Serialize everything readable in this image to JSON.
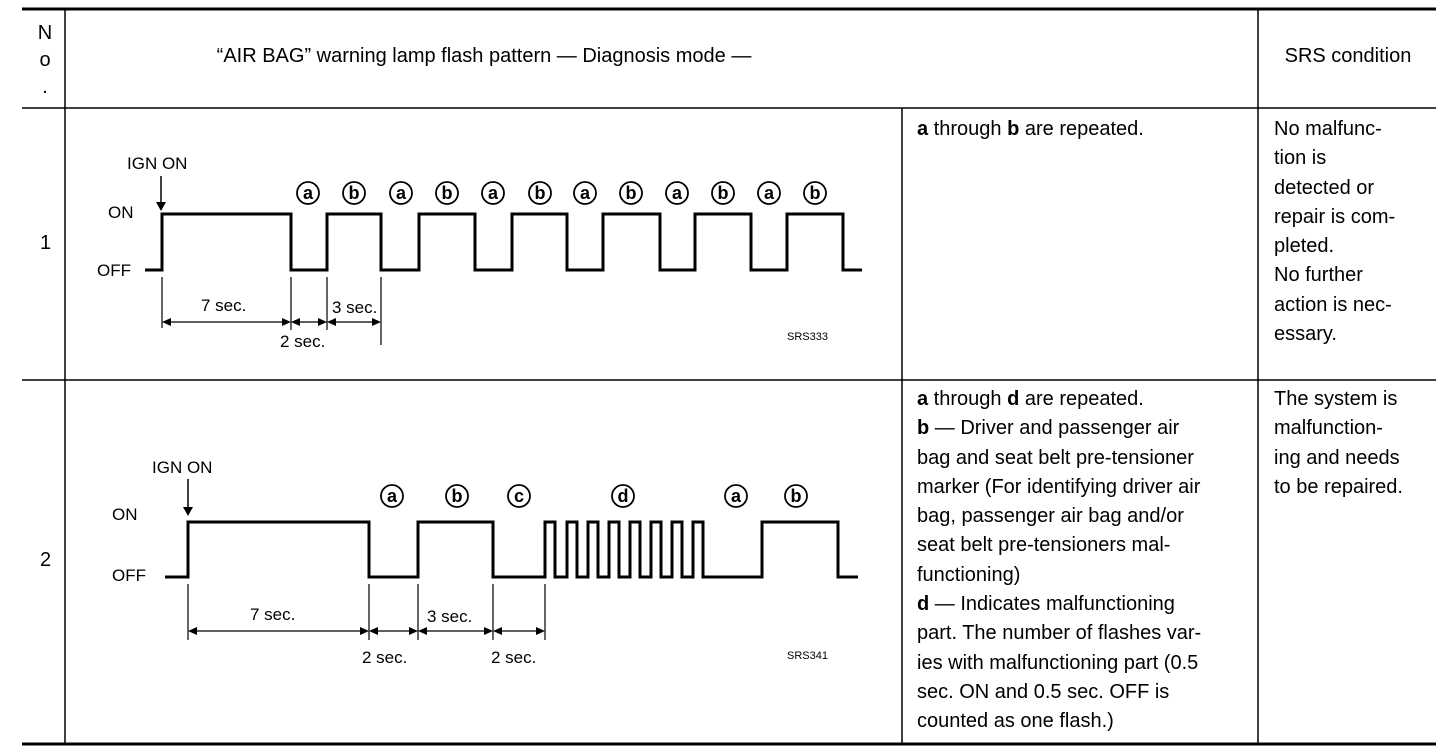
{
  "header": {
    "no_chars": [
      "N",
      "o",
      "."
    ],
    "pattern": "“AIR BAG” warning lamp flash pattern — Diagnosis mode —",
    "condition": "SRS condition"
  },
  "rows": [
    {
      "no": "1",
      "diagram": {
        "ign_on": "IGN ON",
        "on": "ON",
        "off": "OFF",
        "phases": [
          "a",
          "b",
          "a",
          "b",
          "a",
          "b",
          "a",
          "b",
          "a",
          "b",
          "a",
          "b"
        ],
        "t1": "7 sec.",
        "t2": "2 sec.",
        "t3": "3 sec.",
        "code": "SRS333"
      },
      "desc": {
        "line1_a": "a",
        "line1_mid": " through ",
        "line1_b": "b",
        "line1_end": "  are repeated."
      },
      "condition_lines": [
        "No malfunc-",
        "tion is",
        "detected or",
        "repair is com-",
        "pleted.",
        "No further",
        "action is nec-",
        "essary."
      ]
    },
    {
      "no": "2",
      "diagram": {
        "ign_on": "IGN ON",
        "on": "ON",
        "off": "OFF",
        "phases": [
          "a",
          "b",
          "c",
          "d",
          "a",
          "b"
        ],
        "t1": "7 sec.",
        "t2": "2 sec.",
        "t3": "3 sec.",
        "t4": "2 sec.",
        "code": "SRS341"
      },
      "desc": {
        "line1_a": "a",
        "line1_mid": " through ",
        "line1_d": "d",
        "line1_end": "  are repeated.",
        "b_key": "b",
        "b_lines": [
          "  — Driver and passenger air",
          "bag and seat belt pre-tensioner",
          "marker (For identifying driver air",
          "bag, passenger air bag and/or",
          "seat belt pre-tensioners mal-",
          "functioning)"
        ],
        "d_key": "d",
        "d_lines": [
          "  — Indicates malfunctioning",
          "part. The number of flashes var-",
          "ies with malfunctioning part (0.5",
          "sec. ON and 0.5 sec. OFF is",
          "counted as one flash.)"
        ]
      },
      "condition_lines": [
        "The system is",
        "malfunction-",
        "ing and needs",
        "to be repaired."
      ]
    }
  ]
}
